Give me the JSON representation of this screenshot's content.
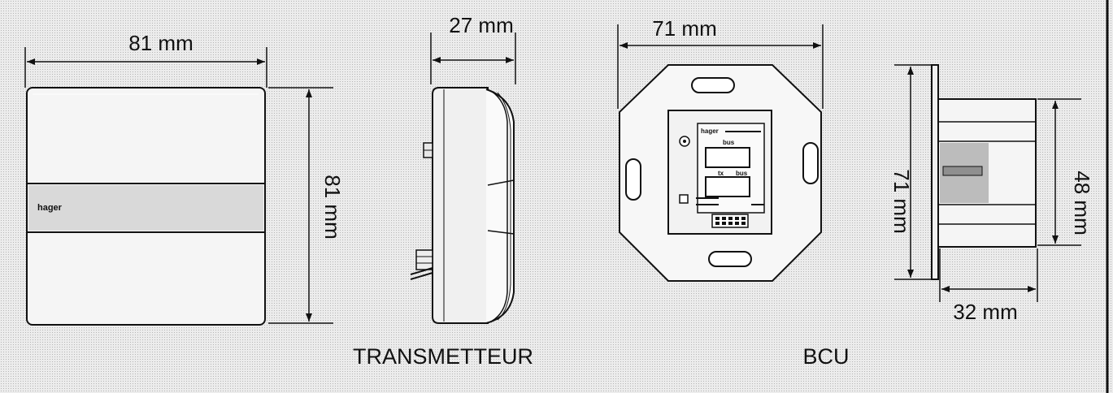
{
  "transmitter": {
    "caption": "TRANSMETTEUR",
    "brand": "hager",
    "width_label": "81 mm",
    "height_label": "81 mm",
    "depth_label": "27 mm"
  },
  "bcu": {
    "caption": "BCU",
    "width_label": "71 mm",
    "side_height_label": "71 mm",
    "body_height_label": "48 mm",
    "depth_label": "32 mm",
    "label_brand": "hager",
    "label_lines": [
      "bus",
      "tx",
      "bus"
    ]
  },
  "colors": {
    "line": "#111111",
    "device_fill": "#f4f4f4"
  }
}
